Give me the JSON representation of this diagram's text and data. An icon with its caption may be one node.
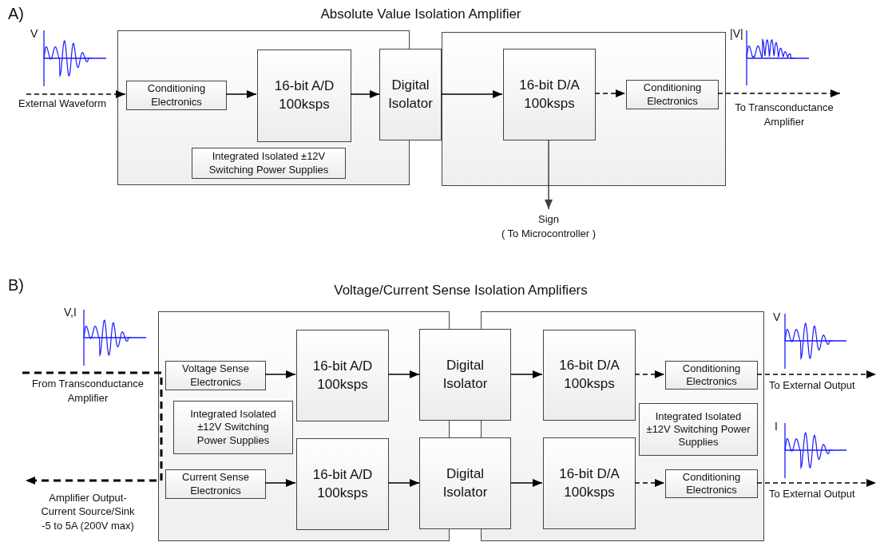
{
  "diagram": {
    "nodes": [
      {
        "text": [],
        "shape": "box"
      },
      {
        "text": [],
        "shape": "box"
      },
      {
        "text": [
          "Conditioning Electronics"
        ],
        "in": 0
      },
      {
        "text": [
          "16-bit A/D 100ksps"
        ],
        "in": 0
      },
      {
        "text": [
          "Integrated Isolated ±12V Switching Power Supplies"
        ],
        "in": 0
      },
      {
        "text": [
          "Digital Isolator"
        ]
      },
      {
        "text": [
          "16-bit D/A 100ksps"
        ],
        "in": 1
      },
      {
        "text": [
          "Conditioning Electronics"
        ],
        "in": 1
      },
      {
        "text": [
          "Sign",
          "( To Microcontroller )"
        ]
      },
      {
        "text": [],
        "shape": "box"
      },
      {
        "text": [],
        "shape": "box"
      },
      {
        "text": [
          "Voltage Sense Electronics"
        ],
        "in": 9
      },
      {
        "text": [
          "Integrated Isolated ±12V Switching Power Supplies"
        ],
        "in": 9
      },
      {
        "text": [
          "Current Sense Electronics"
        ],
        "in": 9
      },
      {
        "text": [
          "16-bit A/D 100ksps"
        ],
        "in": 9
      },
      {
        "text": [
          "16-bit A/D 100ksps"
        ],
        "in": 9
      },
      {
        "text": [
          "Digital Isolator"
        ]
      },
      {
        "text": [
          "Digital Isolator"
        ]
      },
      {
        "text": [
          "16-bit D/A 100ksps"
        ],
        "in": 10
      },
      {
        "text": [
          "16-bit D/A 100ksps"
        ],
        "in": 10
      },
      {
        "text": [
          "Conditioning Electronics"
        ],
        "in": 10
      },
      {
        "text": [
          "Integrated Isolated ±12V Switching Power Supplies"
        ],
        "in": 10
      },
      {
        "text": [
          "Conditioning Electronics"
        ],
        "in": 10
      },
      {
        "text": [
          "From Transconductance Amplifier"
        ]
      },
      {
        "text": [
          "Amplifier Output- Current Source/Sink -5 to 5A (200V max)"
        ]
      },
      {
        "text": [
          "External Waveform"
        ]
      },
      {
        "text": [
          "To Transconductance Amplifier"
        ]
      }
    ],
    "edges": [
      {
        "from": 25,
        "to": 2,
        "arrow": "to",
        "style": "dashed"
      },
      {
        "from": 2,
        "to": 3,
        "arrow": "to"
      },
      {
        "from": 3,
        "to": 5,
        "arrow": "to"
      },
      {
        "from": 5,
        "to": 6,
        "arrow": "to"
      },
      {
        "from": 6,
        "to": 7,
        "arrow": "to",
        "style": "dashed"
      },
      {
        "from": 7,
        "to": 26,
        "arrow": "to",
        "style": "dashed"
      },
      {
        "from": 6,
        "to": 8,
        "arrow": "to",
        "color": "#404040"
      },
      {
        "from": 11,
        "to": 14,
        "arrow": "to"
      },
      {
        "from": 14,
        "to": 16,
        "arrow": "to"
      },
      {
        "from": 16,
        "to": 18,
        "arrow": "to"
      },
      {
        "from": 18,
        "to": 20,
        "arrow": "to",
        "style": "dashed"
      },
      {
        "from": 20,
        "to": null,
        "arrow": "to",
        "style": "dashed"
      },
      {
        "from": 13,
        "to": 15,
        "arrow": "to"
      },
      {
        "from": 15,
        "to": 17,
        "arrow": "to"
      },
      {
        "from": 17,
        "to": 19,
        "arrow": "to"
      },
      {
        "from": 19,
        "to": 22,
        "arrow": "to",
        "style": "dashed"
      },
      {
        "from": 22,
        "to": null,
        "arrow": "to",
        "style": "dashed"
      },
      {
        "from": 23,
        "to": 24,
        "arrow": "to",
        "style": "dashed"
      }
    ],
    "labels": [
      "A)",
      "Absolute Value Isolation Amplifier",
      "V",
      "|V|",
      "B)",
      "Voltage/Current Sense Isolation Amplifiers",
      "V,I",
      "V",
      "I",
      "To External Output",
      "To External Output"
    ]
  }
}
